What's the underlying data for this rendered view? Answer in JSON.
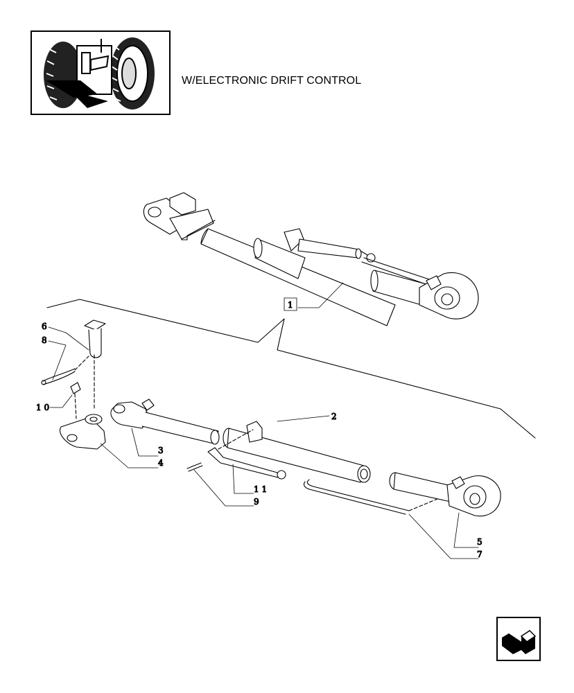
{
  "header": {
    "title": "W/ELECTRONIC DRIFT CONTROL"
  },
  "thumbnail": {
    "icon": "tractor-rear-hitch-icon"
  },
  "nav": {
    "icon": "next-page-arrow-icon"
  },
  "callouts": {
    "c1": "1",
    "c2": "2",
    "c3": "3",
    "c4": "4",
    "c5": "5",
    "c6": "6",
    "c7": "7",
    "c8": "8",
    "c9": "9",
    "c10": "1 0",
    "c11": "1 1"
  }
}
